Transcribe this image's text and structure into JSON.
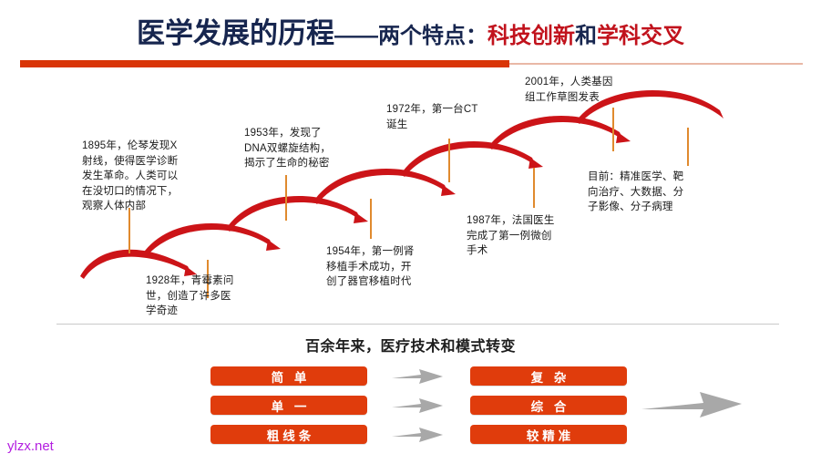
{
  "header": {
    "title_main": "医学发展的历程",
    "title_dash": "——",
    "title_sub": "两个特点：",
    "title_red_1": "科技创新",
    "title_conj": "和",
    "title_red_2": "学科交叉",
    "rule_color": "#d93507",
    "title_color": "#17264f",
    "accent_red": "#c1121c"
  },
  "timeline": {
    "curve_color": "#cc1418",
    "tick_color": "#e08a2e",
    "notes": [
      {
        "id": "note-1895",
        "text": "1895年，伦琴发现X\n射线，使得医学诊断\n发生革命。人类可以\n在没切口的情况下，\n观察人体内部"
      },
      {
        "id": "note-1928",
        "text": "1928年，青霉素问\n世，创造了许多医\n学奇迹"
      },
      {
        "id": "note-1953",
        "text": "1953年，发现了\nDNA双螺旋结构，\n揭示了生命的秘密"
      },
      {
        "id": "note-1954",
        "text": "1954年，第一例肾\n移植手术成功，开\n创了器官移植时代"
      },
      {
        "id": "note-1972",
        "text": "1972年，第一台CT\n诞生"
      },
      {
        "id": "note-1987",
        "text": "1987年，法国医生\n完成了第一例微创\n手术"
      },
      {
        "id": "note-2001",
        "text": "2001年，人类基因\n组工作草图发表"
      },
      {
        "id": "note-present",
        "text": "目前：精准医学、靶\n向治疗、大数据、分\n子影像、分子病理"
      }
    ]
  },
  "bottom": {
    "section_title": "百余年来，医疗技术和模式转变",
    "pill_color": "#e03c0c",
    "arrow_color": "#a8a8a8",
    "rows": [
      {
        "from": "简  单",
        "to": "复  杂"
      },
      {
        "from": "单  一",
        "to": "综  合"
      },
      {
        "from": "粗线条",
        "to": "较精准"
      }
    ]
  },
  "watermark": {
    "text": "ylzx.net",
    "color": "#b31fe0"
  }
}
